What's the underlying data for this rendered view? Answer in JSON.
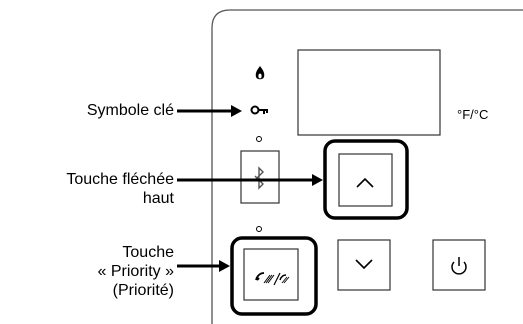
{
  "labels": {
    "key_symbol": "Symbole clé",
    "up_arrow_line1": "Touche fléchée",
    "up_arrow_line2": "haut",
    "priority_line1": "Touche",
    "priority_line2": "« Priority »",
    "priority_line3": "(Priorité)"
  },
  "display": {
    "unit_label": "°F/°C"
  },
  "icons": {
    "flame": "flame-icon",
    "key": "key-icon",
    "bluetooth": "bluetooth-icon",
    "up_arrow": "chevron-up-icon",
    "down_arrow": "chevron-down-icon",
    "priority": "priority-icon",
    "power": "power-icon"
  },
  "colors": {
    "outline": "#000000",
    "panel_line": "#444444"
  }
}
